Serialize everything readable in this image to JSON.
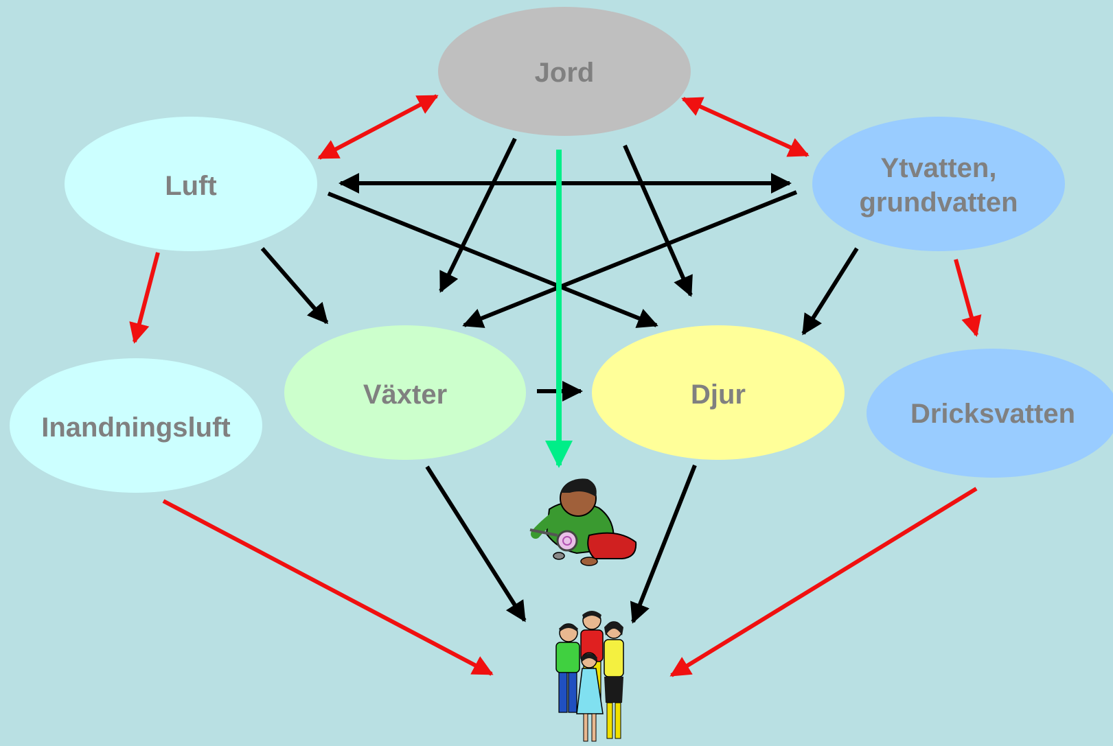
{
  "colors": {
    "background": "#b9e0e3",
    "label_text": "#808080",
    "arrow_black": "#000000",
    "arrow_red": "#f01010",
    "arrow_green": "#00ee88"
  },
  "nodes": {
    "jord": {
      "label": "Jord",
      "fill": "#bfbfbf"
    },
    "luft": {
      "label": "Luft",
      "fill": "#ccffff"
    },
    "ytvatten": {
      "lines": [
        "Ytvatten,",
        "grundvatten"
      ],
      "fill": "#99ccff"
    },
    "inandningsluft": {
      "label": "Inandningsluft",
      "fill": "#ccffff"
    },
    "vaxter": {
      "label": "Växter",
      "fill": "#ccffcc"
    },
    "djur": {
      "label": "Djur",
      "fill": "#ffff99"
    },
    "dricksvatten": {
      "label": "Dricksvatten",
      "fill": "#99ccff"
    }
  },
  "illustrations": {
    "child": "child-with-magnifier-icon",
    "family": "family-group-icon"
  }
}
